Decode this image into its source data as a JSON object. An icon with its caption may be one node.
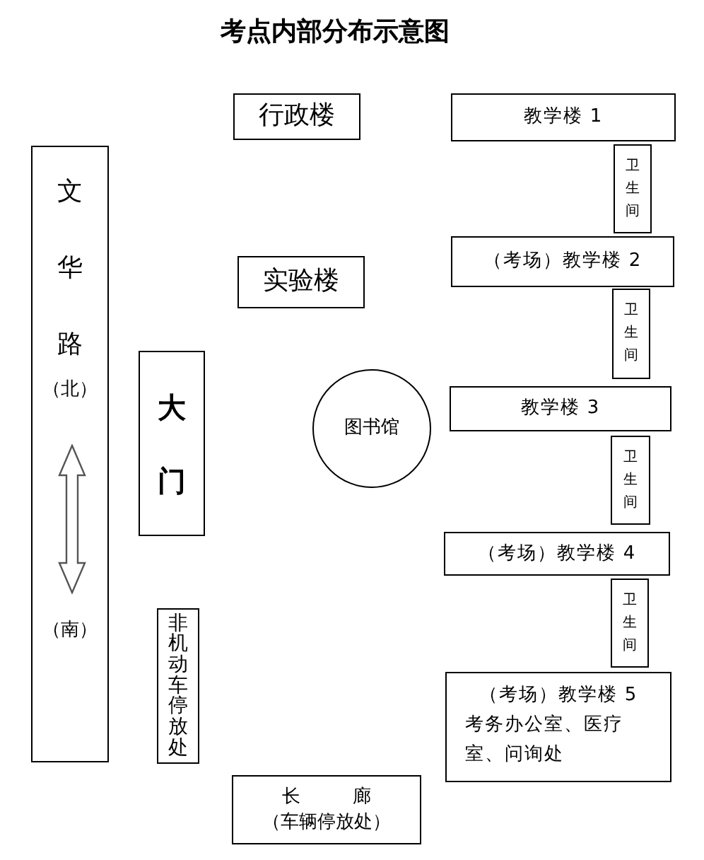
{
  "diagram": {
    "title": "考点内部分布示意图",
    "nodes": [
      {
        "text": [
          "文华路",
          "（北）",
          "（南）"
        ]
      },
      {
        "text": [
          "行政楼"
        ]
      },
      {
        "text": [
          "实验楼"
        ]
      },
      {
        "text": [
          "大门"
        ]
      },
      {
        "text": [
          "图书馆"
        ]
      },
      {
        "text": [
          "非机动车停放处"
        ]
      },
      {
        "text": [
          "教学楼 1"
        ]
      },
      {
        "text": [
          "卫生间"
        ]
      },
      {
        "text": [
          "（考场）教学楼 2"
        ]
      },
      {
        "text": [
          "卫生间"
        ]
      },
      {
        "text": [
          "教学楼 3"
        ]
      },
      {
        "text": [
          "卫生间"
        ]
      },
      {
        "text": [
          "（考场）教学楼 4"
        ]
      },
      {
        "text": [
          "卫生间"
        ]
      },
      {
        "text": [
          "（考场）教学楼 5",
          "考务办公室、医疗室、问询处"
        ]
      },
      {
        "text": [
          "长 廊",
          "（车辆停放处）"
        ]
      }
    ],
    "edges": []
  }
}
